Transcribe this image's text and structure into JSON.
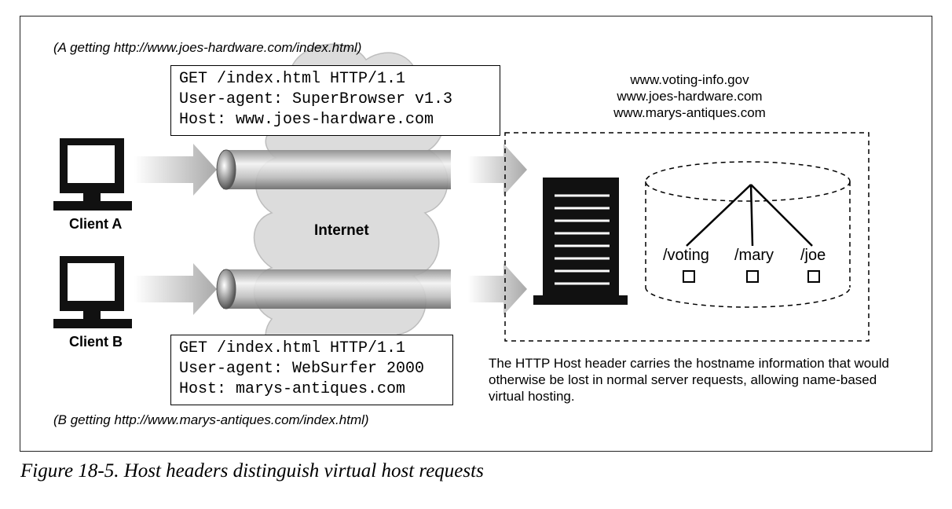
{
  "caption_a": "(A getting http://www.joes-hardware.com/index.html)",
  "caption_b": "(B getting http://www.marys-antiques.com/index.html)",
  "request_a": {
    "line1": "GET /index.html HTTP/1.1",
    "line2": "User-agent: SuperBrowser v1.3",
    "line3": "Host: www.joes-hardware.com"
  },
  "request_b": {
    "line1": "GET /index.html HTTP/1.1",
    "line2": "User-agent: WebSurfer 2000",
    "line3": "Host: marys-antiques.com"
  },
  "client_a": "Client A",
  "client_b": "Client B",
  "internet": "Internet",
  "hosts": [
    "www.voting-info.gov",
    "www.joes-hardware.com",
    "www.marys-antiques.com"
  ],
  "paths": [
    "/voting",
    "/mary",
    "/joe"
  ],
  "note": "The HTTP Host header carries the hostname information that would otherwise be lost in normal server requests, allowing name-based virtual hosting.",
  "figure_caption": "Figure 18-5. Host headers distinguish virtual host requests",
  "icons": {
    "clients": "computer-icon",
    "server": "server-icon",
    "storage": "storage-cylinder-icon",
    "files": "file-icon",
    "network": "cloud-icon"
  },
  "colors": {
    "ink": "#000000",
    "arrow_gray": "#bfbfbf",
    "cloud_gray": "#d9d9d9"
  }
}
